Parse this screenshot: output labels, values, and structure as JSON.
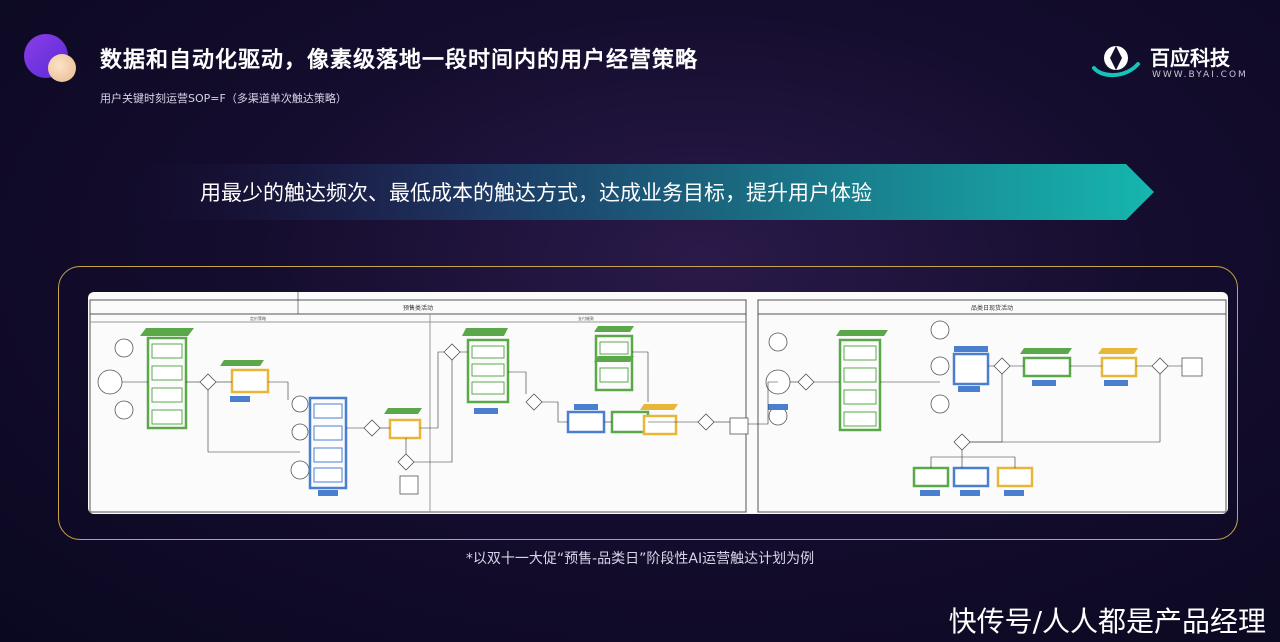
{
  "header": {
    "title": "数据和自动化驱动，像素级落地一段时间内的用户经营策略",
    "subtitle": "用户关键时刻运营SOP=F（多渠道单次触达策略）"
  },
  "brand": {
    "name": "百应科技",
    "url": "WWW.BYAI.COM"
  },
  "banner": {
    "text": "用最少的触达频次、最低成本的触达方式，达成业务目标，提升用户体验"
  },
  "diagram": {
    "left_section_title": "预售类活动",
    "right_section_title": "品类日现货活动",
    "left_lane_1": "定价策略",
    "left_lane_2": "支付催款"
  },
  "caption": "*以双十一大促“预售-品类日”阶段性AI运营触达计划为例",
  "watermark": "快传号/人人都是产品经理",
  "colors": {
    "accent_teal": "#14b3b0",
    "frame_gold": "#c9a44a",
    "node_green": "#5aa84a",
    "node_blue": "#4a7fd0",
    "node_yellow": "#e8b73a"
  }
}
